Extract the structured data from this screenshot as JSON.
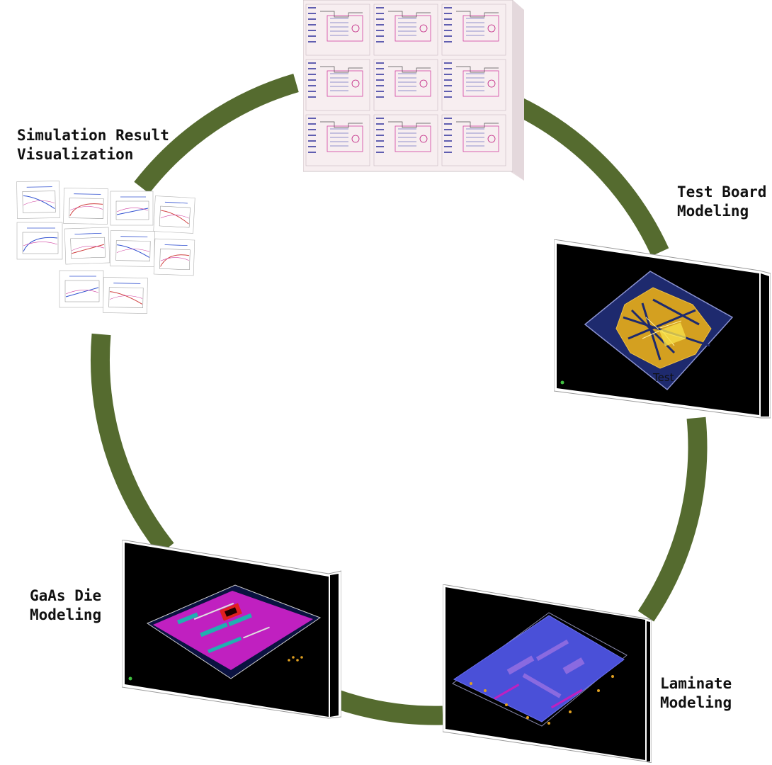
{
  "diagram": {
    "ring_color": "#556b2f",
    "stages": [
      {
        "id": "schematic",
        "label_lines": []
      },
      {
        "id": "test-board",
        "label_lines": [
          "Test Board",
          "Modeling"
        ]
      },
      {
        "id": "laminate",
        "label_lines": [
          "Laminate",
          "Modeling"
        ]
      },
      {
        "id": "gaas-die",
        "label_lines": [
          "GaAs Die",
          "Modeling"
        ]
      },
      {
        "id": "simulation-results",
        "label_lines": [
          "Simulation Result",
          "Visualization"
        ]
      }
    ],
    "test_board_caption": "Test",
    "colors": {
      "panel_black": "#000000",
      "board_gold": "#d4a020",
      "board_navy": "#1e2a6e",
      "die_magenta": "#c020c0",
      "die_cyan": "#20b0b0",
      "laminate_blue": "#4a50d8",
      "schematic_bg": "#f7eef0",
      "plot_line_blue": "#3050d0",
      "plot_line_red": "#d04040"
    }
  }
}
